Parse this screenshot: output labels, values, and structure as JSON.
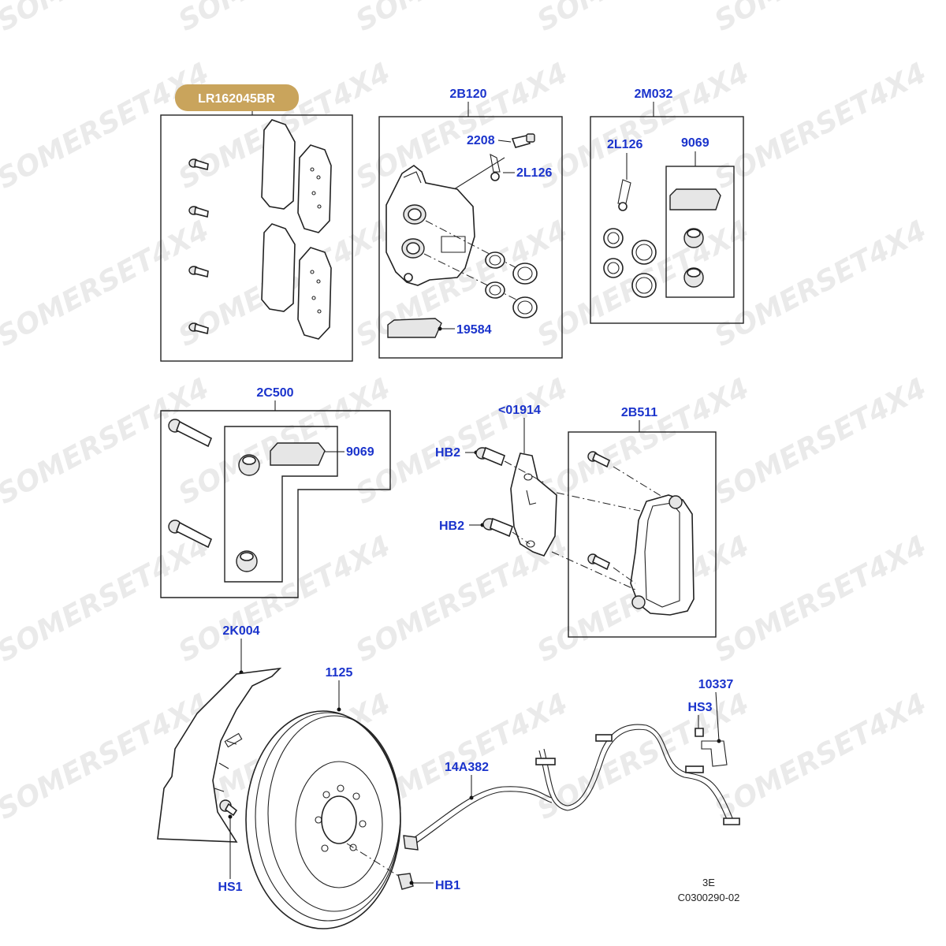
{
  "watermark": "SOMERSET4X4",
  "colors": {
    "callout": "#1a33cc",
    "badge": "#c9a45c",
    "line": "#222222"
  },
  "kit_badge": "LR162045BR",
  "callouts": {
    "c_2b120": "2B120",
    "c_2m032": "2M032",
    "c_2208": "2208",
    "c_2l126_a": "2L126",
    "c_2l126_b": "2L126",
    "c_9069_a": "9069",
    "c_19584": "19584",
    "c_2c500": "2C500",
    "c_9069_b": "9069",
    "c_01914": "<01914",
    "c_2b511": "2B511",
    "c_hb2_a": "HB2",
    "c_hb2_b": "HB2",
    "c_2k004": "2K004",
    "c_1125": "1125",
    "c_10337": "10337",
    "c_hs3": "HS3",
    "c_14a382": "14A382",
    "c_hs1": "HS1",
    "c_hb1": "HB1"
  },
  "footer": {
    "code_a": "3E",
    "code_b": "C0300290-02"
  }
}
